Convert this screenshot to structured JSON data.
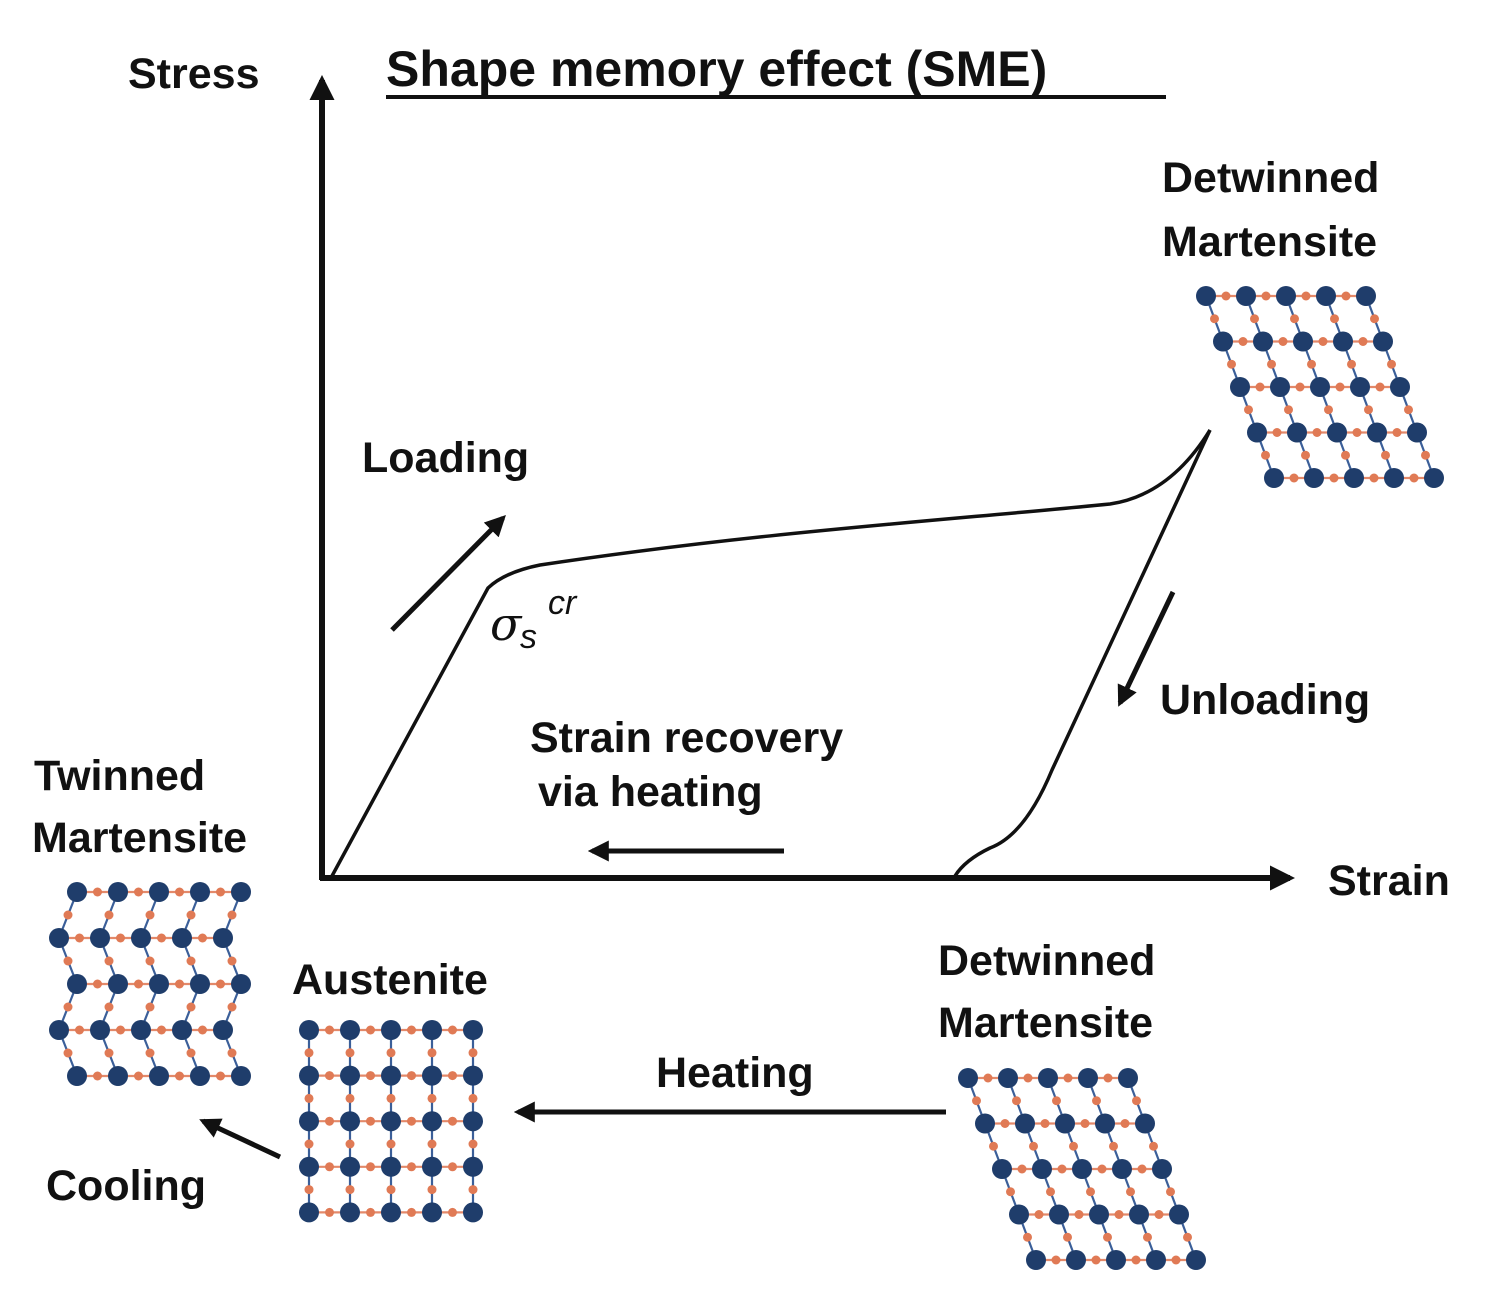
{
  "title": "Shape memory effect (SME)",
  "axes": {
    "y_label": "Stress",
    "x_label": "Strain"
  },
  "labels": {
    "loading": "Loading",
    "unloading": "Unloading",
    "recovery_line1": "Strain recovery",
    "recovery_line2": "via heating",
    "heating": "Heating",
    "cooling": "Cooling",
    "austenite": "Austenite",
    "twinned_line1": "Twinned",
    "twinned_line2": "Martensite",
    "detwinned_top_line1": "Detwinned",
    "detwinned_top_line2": "Martensite",
    "detwinned_bottom_line1": "Detwinned",
    "detwinned_bottom_line2": "Martensite"
  },
  "critical_stress": {
    "symbol": "σ",
    "subscript": "s",
    "superscript": "cr"
  },
  "colors": {
    "line": "#111111",
    "atom_large": "#1f3d6b",
    "atom_small": "#e07a55",
    "bond_vertical": "#3b5f99",
    "bond_horizontal": "#e3896a"
  }
}
